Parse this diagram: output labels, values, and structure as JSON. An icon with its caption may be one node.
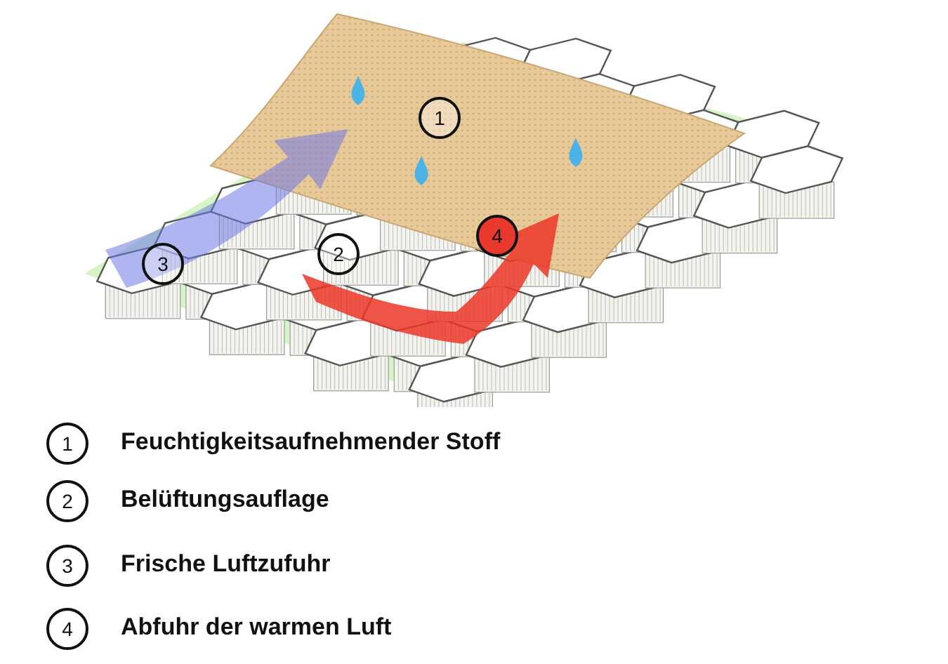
{
  "diagram": {
    "labels": [
      "1",
      "2",
      "3",
      "4",
      "1",
      "2",
      "3",
      "4"
    ],
    "legend": [
      {
        "text": "Feuchtigkeitsaufnehmender Stoff"
      },
      {
        "text": "Belüftungsauflage"
      },
      {
        "text": "Frische Luftzufuhr"
      },
      {
        "text": "Abfuhr der warmen Luft"
      }
    ]
  }
}
